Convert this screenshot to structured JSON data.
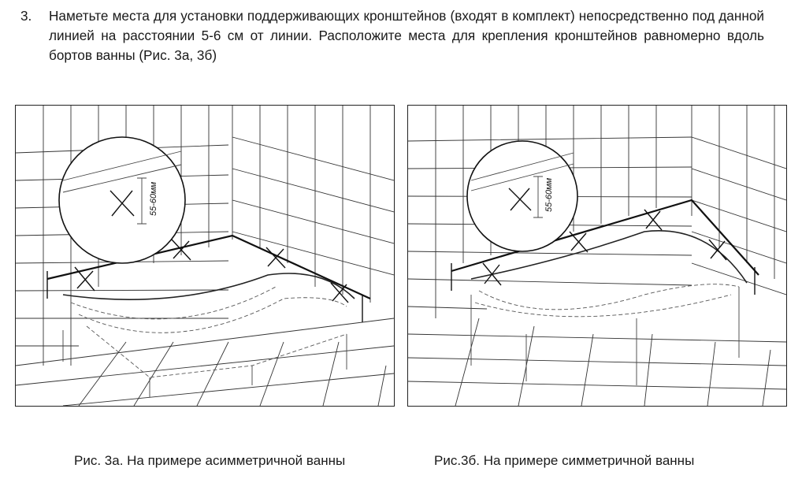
{
  "instruction": {
    "number": "3.",
    "text": "Наметьте места для установки поддерживающих кронштейнов (входят в комплект) непосредственно под данной линией на расстоянии 5-6 см от линии. Расположите места для крепления кронштейнов равномерно вдоль бортов ванны (Рис. 3а, 3б)"
  },
  "figures": [
    {
      "caption": "Рис. 3а. На примере асимметричной ванны",
      "dimension_label": "55-60мм"
    },
    {
      "caption": "Рис.3б. На примере симметричной ванны",
      "dimension_label": "55-60мм"
    }
  ]
}
